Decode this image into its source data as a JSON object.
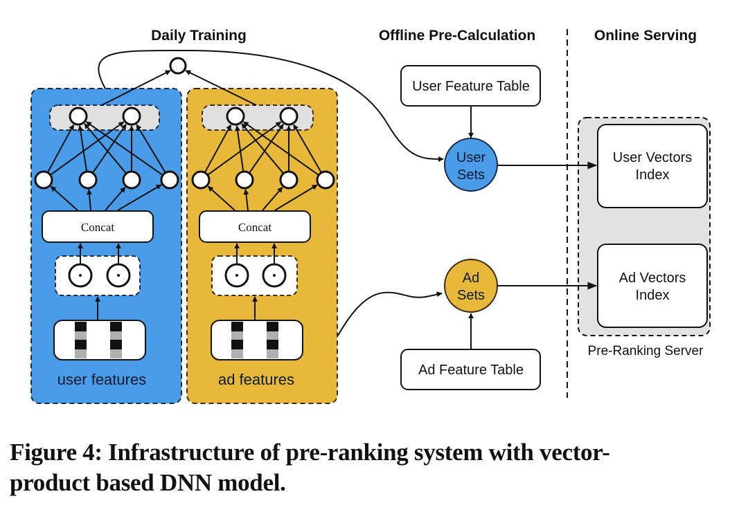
{
  "sections": {
    "daily_training": "Daily Training",
    "offline": "Offline Pre-Calculation",
    "online": "Online Serving"
  },
  "towers": {
    "user": {
      "label": "user features",
      "concat": "Concat",
      "color": "#4a9be8"
    },
    "ad": {
      "label": "ad features",
      "concat": "Concat",
      "color": "#e8b83a"
    }
  },
  "offline": {
    "user_table": "User Feature Table",
    "ad_table": "Ad Feature Table",
    "user_sets": [
      "User",
      "Sets"
    ],
    "ad_sets": [
      "Ad",
      "Sets"
    ]
  },
  "online": {
    "user_index": [
      "User Vectors",
      "Index"
    ],
    "ad_index": [
      "Ad Vectors",
      "Index"
    ],
    "server_label": "Pre-Ranking Server"
  },
  "caption": {
    "line1": "Figure 4: Infrastructure of pre-ranking system with vector-",
    "line2": "product based DNN model."
  }
}
